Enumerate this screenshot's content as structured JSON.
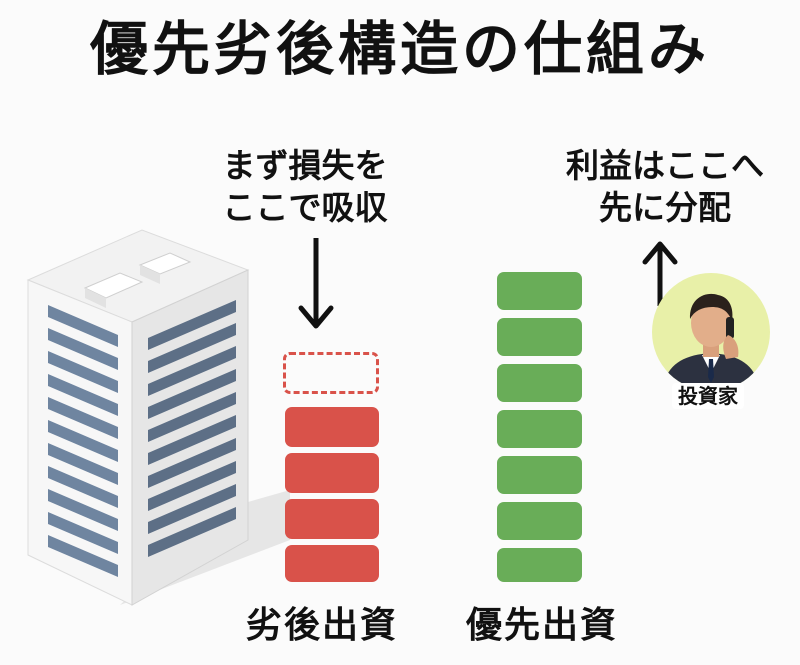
{
  "title": "優先劣後構造の仕組み",
  "left_note": {
    "line1": "まず損失を",
    "line2": "ここで吸収"
  },
  "right_note": {
    "line1": "利益はここへ",
    "line2": "先に分配"
  },
  "subordinated": {
    "label": "劣後出資",
    "blocks": 4,
    "absorbed_blocks": 1,
    "color": "#d9524a"
  },
  "senior": {
    "label": "優先出資",
    "blocks": 7,
    "color": "#69ad58"
  },
  "investor": {
    "label": "投資家"
  },
  "icons": {
    "building": "office-building-icon",
    "investor": "businessman-on-phone-icon",
    "down_arrow": "arrow-down-icon",
    "up_arrow": "arrow-up-icon"
  }
}
